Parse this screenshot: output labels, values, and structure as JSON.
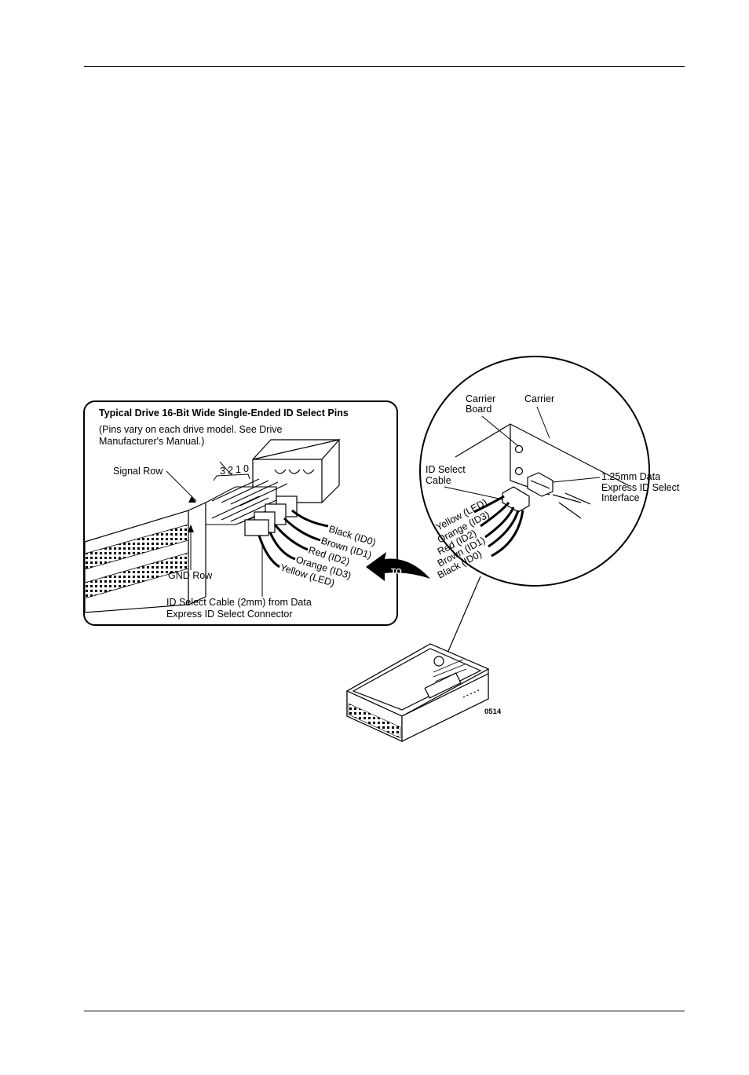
{
  "figure": {
    "inset": {
      "title": "Typical Drive 16-Bit Wide Single-Ended ID Select Pins",
      "note_line1": "(Pins vary on each drive model. See Drive",
      "note_line2": "Manufacturer's Manual.)",
      "pin_numbers": [
        "3",
        "2",
        "1",
        "0"
      ],
      "signal_row": "Signal Row",
      "gnd_row": "GND Row",
      "wires": [
        "Black (ID0)",
        "Brown (ID1)",
        "Red (ID2)",
        "Orange (ID3)",
        "Yellow (LED)"
      ],
      "cable_line1": "ID Select Cable (2mm) from Data",
      "cable_line2": "Express ID Select Connector"
    },
    "arrow_label": "TO",
    "circle": {
      "carrier_board_line1": "Carrier",
      "carrier_board_line2": "Board",
      "carrier": "Carrier",
      "id_cable_line1": "ID Select",
      "id_cable_line2": "Cable",
      "interface_line1": "1.25mm Data",
      "interface_line2": "Express ID Select",
      "interface_line3": "Interface",
      "wires": [
        "Yellow (LED)",
        "Orange (ID3)",
        "Red (ID2)",
        "Brown (ID1)",
        "Black (ID0)"
      ]
    },
    "figure_number": "0514"
  }
}
